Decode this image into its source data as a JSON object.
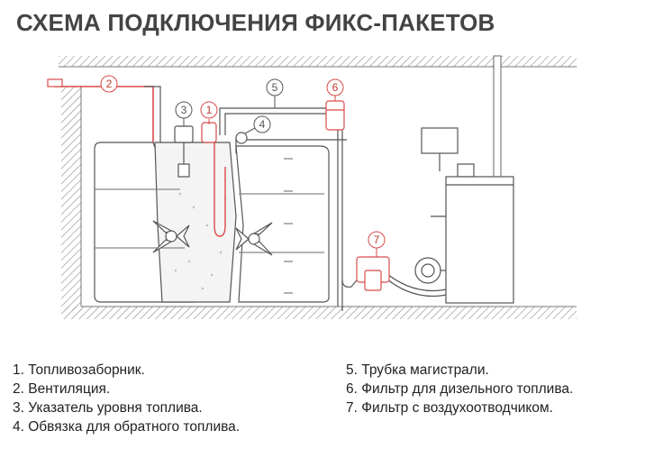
{
  "title": "СХЕМА ПОДКЛЮЧЕНИЯ ФИКС-ПАКЕТОВ",
  "callouts": [
    "1",
    "2",
    "3",
    "4",
    "5",
    "6",
    "7"
  ],
  "legend_left": [
    "1. Топливозаборник.",
    "2. Вентиляция.",
    "3. Указатель уровня топлива.",
    "4. Обвязка для обратного топлива."
  ],
  "legend_right": [
    "5. Трубка магистрали.",
    "6. Фильтр для дизельного топлива.",
    "7. Фильтр с воздухоотводчиком."
  ],
  "colors": {
    "pipe_red": "#d94a4a",
    "line": "#555555",
    "hatch": "#999999"
  }
}
